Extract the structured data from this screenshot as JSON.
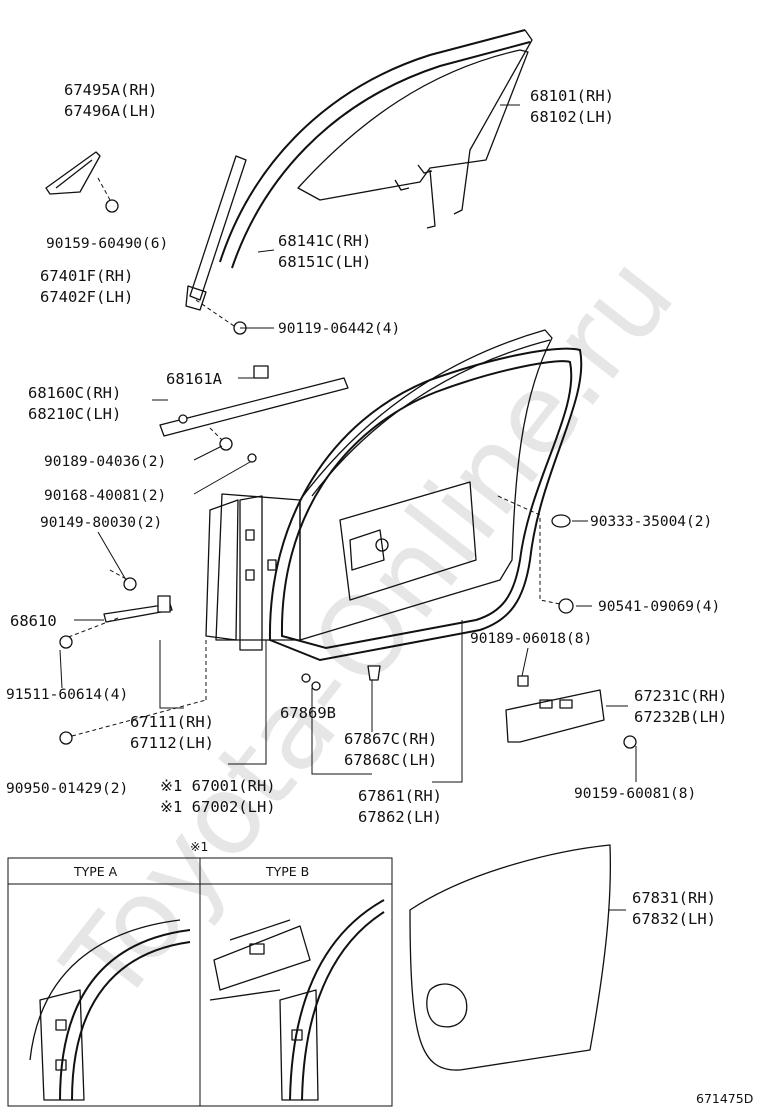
{
  "watermark": "Toyota-Online.ru",
  "diagram_code": "671475D",
  "callouts": {
    "p67495a": "67495A(RH)",
    "p67496a": "67496A(LH)",
    "p90159_60490": "90159-60490(6)",
    "p67401f": "67401F(RH)",
    "p67402f": "67402F(LH)",
    "p68101": "68101(RH)",
    "p68102": "68102(LH)",
    "p68141c": "68141C(RH)",
    "p68151c": "68151C(LH)",
    "p90119_06442": "90119-06442(4)",
    "p68161a": "68161A",
    "p68160c": "68160C(RH)",
    "p68210c": "68210C(LH)",
    "p90189_04036": "90189-04036(2)",
    "p90168_40081": "90168-40081(2)",
    "p90149_80030": "90149-80030(2)",
    "p90333_35004": "90333-35004(2)",
    "p68610": "68610",
    "p90541_09069": "90541-09069(4)",
    "p91511_60614": "91511-60614(4)",
    "p90189_06018": "90189-06018(8)",
    "p67231c": "67231C(RH)",
    "p67232b": "67232B(LH)",
    "p67111": "67111(RH)",
    "p67112": "67112(LH)",
    "p67869b": "67869B",
    "p67867c": "67867C(RH)",
    "p67868c": "67868C(LH)",
    "p90159_60081": "90159-60081(8)",
    "p90950_01429": "90950-01429(2)",
    "p67001": "※1 67001(RH)",
    "p67002": "※1 67002(LH)",
    "p67861": "67861(RH)",
    "p67862": "67862(LH)",
    "p67831": "67831(RH)",
    "p67832": "67832(LH)"
  },
  "note_box": {
    "marker": "※1",
    "type_a": "TYPE A",
    "type_b": "TYPE B"
  }
}
